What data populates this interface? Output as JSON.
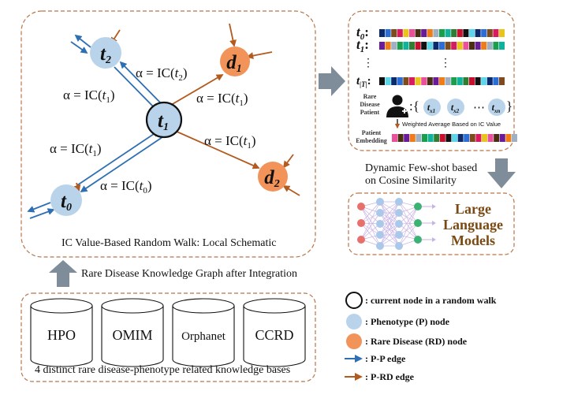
{
  "panels": {
    "walk_caption": "IC Value-Based Random Walk: Local Schematic",
    "integration_caption": "Rare Disease Knowledge Graph after Integration",
    "kb_caption": "4 distinct rare disease-phenotype related knowledge bases",
    "fewshot_caption_line1": "Dynamic Few-shot based",
    "fewshot_caption_line2": "on Cosine Similarity",
    "llm_line1": "Large",
    "llm_line2": "Language",
    "llm_line3": "Models"
  },
  "graph": {
    "nodes": [
      {
        "id": "t1",
        "base": "t",
        "sub": "1",
        "kind": "current"
      },
      {
        "id": "t2",
        "base": "t",
        "sub": "2",
        "kind": "phenotype"
      },
      {
        "id": "t0",
        "base": "t",
        "sub": "0",
        "kind": "phenotype"
      },
      {
        "id": "d1",
        "base": "d",
        "sub": "1",
        "kind": "disease"
      },
      {
        "id": "d2",
        "base": "d",
        "sub": "2",
        "kind": "disease"
      }
    ],
    "edge_labels": [
      {
        "id": "lbl-t2-t1",
        "lhs": "α = IC(",
        "arg": "t",
        "argsub": "2",
        "rhs": ")"
      },
      {
        "id": "lbl-t1-left-upper",
        "lhs": "α = IC(",
        "arg": "t",
        "argsub": "1",
        "rhs": ")"
      },
      {
        "id": "lbl-t1-d1",
        "lhs": "α = IC(",
        "arg": "t",
        "argsub": "1",
        "rhs": ")"
      },
      {
        "id": "lbl-t1-left-lower",
        "lhs": "α = IC(",
        "arg": "t",
        "argsub": "1",
        "rhs": ")"
      },
      {
        "id": "lbl-t1-d2",
        "lhs": "α = IC(",
        "arg": "t",
        "argsub": "1",
        "rhs": ")"
      },
      {
        "id": "lbl-t0-t1",
        "lhs": "α = IC(",
        "arg": "t",
        "argsub": "0",
        "rhs": ")"
      }
    ]
  },
  "embedding": {
    "rows": [
      {
        "base": "t",
        "sub": "0",
        "sep": ":"
      },
      {
        "base": "t",
        "sub": "1",
        "sep": ":"
      },
      {
        "base": "t",
        "sub": "|T|",
        "sep": ":"
      }
    ],
    "ellipsis_vertical": "⋮",
    "patient_label_line1": "Rare",
    "patient_label_line2": "Disease",
    "patient_label_line3": "Patient",
    "set_open": ":{",
    "set_close": "}",
    "set_ellipsis": "⋯",
    "set_items": [
      {
        "base": "t",
        "sub": "x1"
      },
      {
        "base": "t",
        "sub": "x2"
      },
      {
        "base": "t",
        "sub": "xn"
      }
    ],
    "weighted_label": "Weighted Average Based on IC Value",
    "patient_embedding_line1": "Patient",
    "patient_embedding_line2": "Embedding",
    "palette": [
      "#0b2a6b",
      "#c8102e",
      "#1b9e4b",
      "#6a1b9a",
      "#e8c51a",
      "#2b6fd6",
      "#111111",
      "#0fb39b",
      "#f07c16",
      "#ec4f9b",
      "#7e4b1c",
      "#5cd6e8",
      "#2e7d32",
      "#9fb0c4",
      "#4a2e12",
      "#d81b60"
    ]
  },
  "knowledge_bases": [
    "HPO",
    "OMIM",
    "Orphanet",
    "CCRD"
  ],
  "legend": [
    {
      "marker": "current",
      "label": ": current node in a random walk"
    },
    {
      "marker": "phenotype",
      "label": ": Phenotype (P) node"
    },
    {
      "marker": "disease",
      "label": ": Rare Disease (RD) node"
    },
    {
      "marker": "pp-edge",
      "label": ": P-P edge"
    },
    {
      "marker": "prd-edge",
      "label": ": P-RD edge"
    }
  ],
  "colors": {
    "phenotype_fill": "#b9d4ea",
    "disease_fill": "#f2935a",
    "pp_edge": "#2e6fb3",
    "prd_edge": "#b35a1f",
    "panel_border": "#b9764a",
    "big_arrow": "#7e8d99",
    "llm_text": "#7a4a12"
  }
}
